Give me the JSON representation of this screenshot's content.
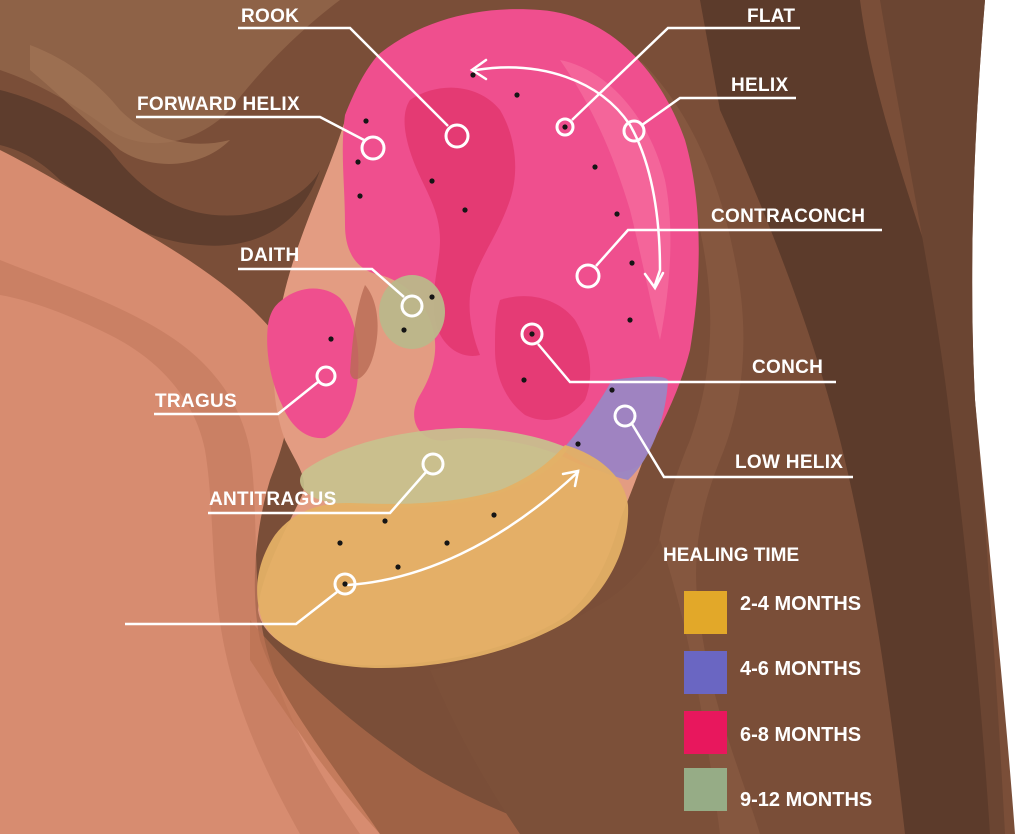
{
  "labels": {
    "rook": "ROOK",
    "flat": "FLAT",
    "forward_helix": "FORWARD HELIX",
    "helix": "HELIX",
    "contraconch": "CONTRACONCH",
    "daith": "DAITH",
    "conch": "CONCH",
    "tragus": "TRAGUS",
    "low_helix": "LOW HELIX",
    "antitragus": "ANTITRAGUS"
  },
  "legend": {
    "title": "HEALING TIME",
    "items": [
      {
        "label": "2-4 MONTHS",
        "color": "#E2A829"
      },
      {
        "label": "4-6 MONTHS",
        "color": "#6A66C2"
      },
      {
        "label": "6-8 MONTHS",
        "color": "#E8175D"
      },
      {
        "label": "9-12 MONTHS",
        "color": "#96AC86"
      }
    ]
  },
  "region_colors": {
    "cartilage": "#EF4F8E",
    "low_helix": "#9A86C4",
    "lobe": "#E4B065",
    "antitragus": "#C7C38E",
    "daith": "#BBB78A",
    "skin": "#D78C70",
    "hair_dark": "#6A4433",
    "hair_mid": "#8A5A40"
  }
}
